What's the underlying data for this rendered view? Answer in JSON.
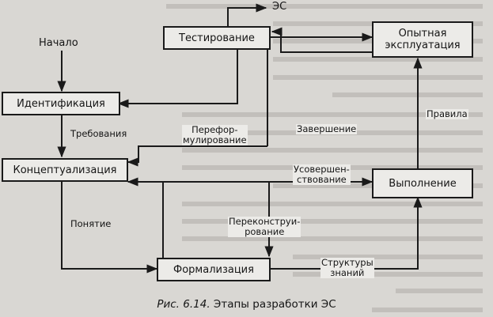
{
  "boxes": {
    "testing": "Тестирование",
    "experimental": "Опытная\nэксплуатация",
    "identification": "Идентификация",
    "conceptualization": "Концептуализация",
    "execution": "Выполнение",
    "formalization": "Формализация"
  },
  "labels": {
    "es": "ЭС",
    "start": "Начало",
    "requirements": "Требования",
    "reformulation": "Перефор-\nмулирование",
    "completion": "Завершение",
    "rules": "Правила",
    "improvement": "Усовершен-\nствование",
    "concept": "Понятие",
    "reconstruction": "Переконструи-\nрование",
    "structures": "Структуры\nзнаний"
  },
  "caption": {
    "figure": "Рис. 6.14.",
    "text": "Этапы разработки ЭС"
  },
  "colors": {
    "background": "#d9d7d3",
    "box_fill": "#ecebe8",
    "ink": "#1a1a1a"
  }
}
